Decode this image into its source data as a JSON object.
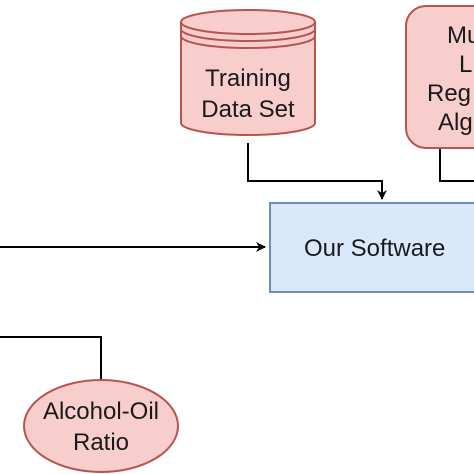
{
  "diagram": {
    "nodes": {
      "training_data": {
        "shape": "cylinder",
        "lines": [
          "Training",
          "Data Set"
        ],
        "fill": "#f8cecc",
        "stroke": "#b85450"
      },
      "algorithm": {
        "shape": "rounded-rectangle",
        "lines": [
          "Mu",
          "L",
          "Reg",
          "Alg"
        ],
        "fill": "#f8cecc",
        "stroke": "#b85450"
      },
      "software": {
        "shape": "rectangle",
        "label": "Our Software",
        "fill": "#dae8fc",
        "stroke": "#6c8ebf"
      },
      "alcohol_oil_ratio": {
        "shape": "ellipse",
        "lines": [
          "Alcohol-Oil",
          "Ratio"
        ],
        "fill": "#f8cecc",
        "stroke": "#b85450"
      }
    },
    "edges": [
      {
        "from": "training_data",
        "to": "software",
        "arrow": true
      },
      {
        "from": "algorithm",
        "to": "software",
        "arrow": false
      },
      {
        "from": "offscreen-left",
        "to": "software",
        "arrow": true
      },
      {
        "from": "alcohol_oil_ratio",
        "to": "offscreen-left",
        "arrow": false
      }
    ],
    "edge_color": "#000000"
  }
}
